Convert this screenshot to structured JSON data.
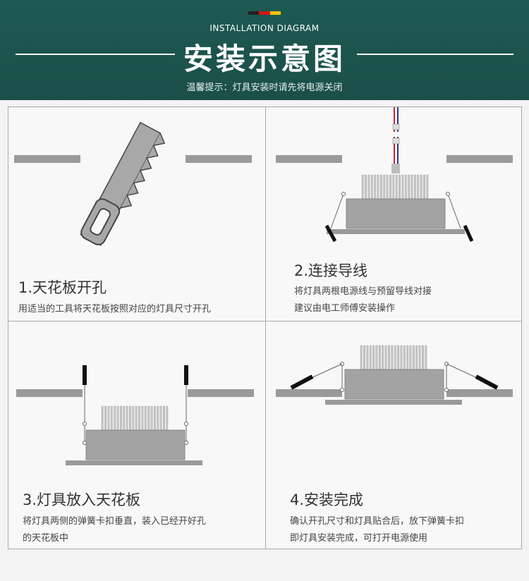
{
  "header": {
    "subtitle": "INSTALLATION DIAGRAM",
    "title": "安装示意图",
    "note": "温馨提示：灯具安装时请先将电源关闭",
    "flag_colors": [
      "#222222",
      "#d2161e",
      "#f2c300"
    ],
    "background": "#1e5a52"
  },
  "steps": [
    {
      "title": "1.天花板开孔",
      "desc": [
        "用适当的工具将天花板按照对应的灯具尺寸开孔"
      ]
    },
    {
      "title": "2.连接导线",
      "desc": [
        "将灯具两根电源线与预留导线对接",
        "建议由电工师傅安装操作"
      ]
    },
    {
      "title": "3.灯具放入天花板",
      "desc": [
        "将灯具两侧的弹簧卡扣垂直，装入已经开好孔",
        "的天花板中"
      ]
    },
    {
      "title": "4.安装完成",
      "desc": [
        "确认开孔尺寸和灯具贴合后，放下弹簧卡扣",
        "即灯具安装完成，可打开电源使用"
      ]
    }
  ],
  "colors": {
    "ceiling": "#9a9a9a",
    "lamp_body": "#a3a3a3",
    "fin": "#c8c8c8",
    "wire_red": "#c62828",
    "wire_blue": "#283593"
  }
}
